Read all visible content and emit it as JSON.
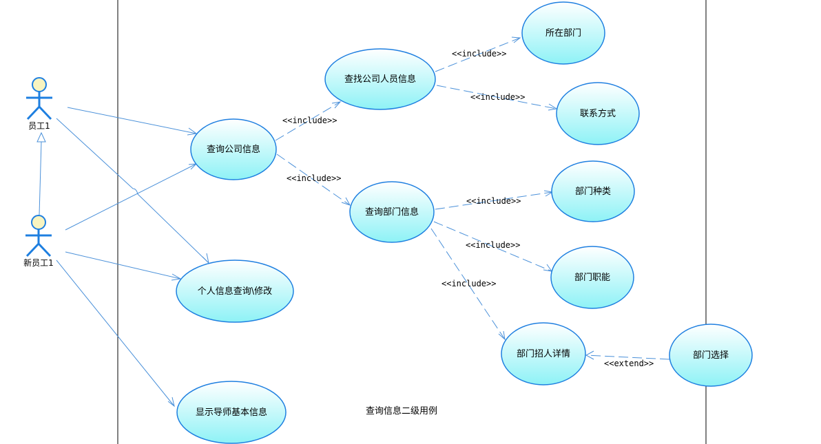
{
  "colors": {
    "line": "#4a90d9",
    "usecase_stroke": "#1e7fe0",
    "usecase_fill_top": "#ffffff",
    "usecase_fill_bottom": "#8ef2f6",
    "actor_head": "#f8f4c0",
    "actor_stroke": "#1e7fe0",
    "boundary": "#000000"
  },
  "diagram": {
    "caption": "查询信息二级用例",
    "actors": [
      {
        "id": "employee",
        "label": "员工1"
      },
      {
        "id": "new_employee",
        "label": "新员工1"
      }
    ],
    "usecases": [
      {
        "id": "query_company",
        "label": "查询公司信息"
      },
      {
        "id": "find_staff",
        "label": "查找公司人员信息"
      },
      {
        "id": "query_dept",
        "label": "查询部门信息"
      },
      {
        "id": "personal_info",
        "label": "个人信息查询\\修改"
      },
      {
        "id": "mentor_info",
        "label": "显示导师基本信息"
      },
      {
        "id": "my_dept",
        "label": "所在部门"
      },
      {
        "id": "contact",
        "label": "联系方式"
      },
      {
        "id": "dept_type",
        "label": "部门种类"
      },
      {
        "id": "dept_duty",
        "label": "部门职能"
      },
      {
        "id": "recruit_detail",
        "label": "部门招人详情"
      },
      {
        "id": "dept_select",
        "label": "部门选择"
      }
    ],
    "relations": [
      {
        "id": "r1",
        "label": "<<include>>"
      },
      {
        "id": "r2",
        "label": "<<include>>"
      },
      {
        "id": "r3",
        "label": "<<include>>"
      },
      {
        "id": "r4",
        "label": "<<include>>"
      },
      {
        "id": "r5",
        "label": "<<include>>"
      },
      {
        "id": "r6",
        "label": "<<include>>"
      },
      {
        "id": "r7",
        "label": "<<include>>"
      },
      {
        "id": "r8",
        "label": "<<extend>>"
      }
    ]
  }
}
